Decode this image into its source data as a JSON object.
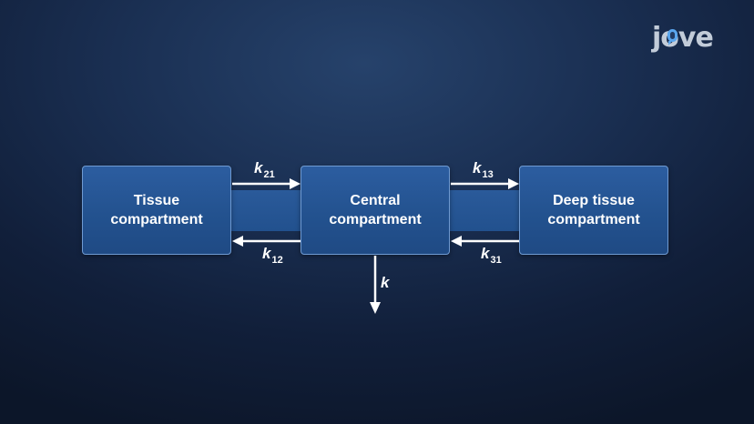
{
  "logo": {
    "text": "jove"
  },
  "compartments": {
    "tissue": "Tissue\ncompartment",
    "central": "Central\ncompartment",
    "deep": "Deep tissue\ncompartment"
  },
  "rates": {
    "k21": {
      "symbol": "k",
      "subscript": "21"
    },
    "k13": {
      "symbol": "k",
      "subscript": "13"
    },
    "k12": {
      "symbol": "k",
      "subscript": "12"
    },
    "k31": {
      "symbol": "k",
      "subscript": "31"
    },
    "k_elim": {
      "symbol": "k"
    }
  },
  "colors": {
    "background": "#111f3a",
    "box_fill": "#23528f",
    "box_border": "#6f9ad1",
    "arrow": "#ffffff",
    "logo_text": "#c2ccd9",
    "logo_accent": "#5aa6ee"
  }
}
